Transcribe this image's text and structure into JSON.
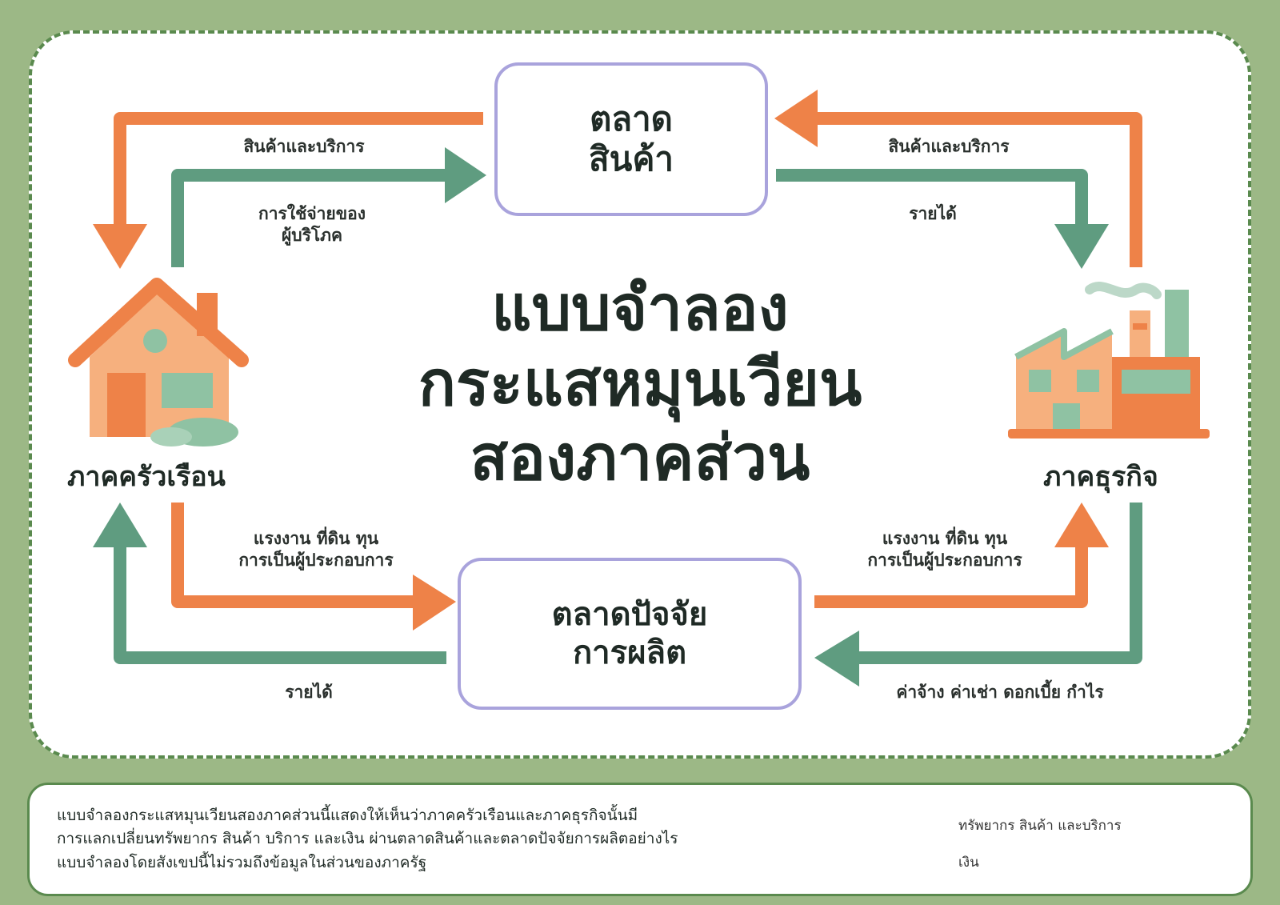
{
  "title": {
    "lines": [
      "แบบจำลอง",
      "กระแสหมุนเวียน",
      "สองภาคส่วน"
    ]
  },
  "goods_market": {
    "lines": [
      "ตลาด",
      "สินค้า"
    ]
  },
  "factor_market": {
    "lines": [
      "ตลาดปัจจัย",
      "การผลิต"
    ]
  },
  "sectors": {
    "household": "ภาคครัวเรือน",
    "business": "ภาคธุรกิจ"
  },
  "flows": {
    "top_left_goods": "สินค้าและบริการ",
    "top_left_spending": [
      "การใช้จ่ายของ",
      "ผู้บริโภค"
    ],
    "top_right_goods": "สินค้าและบริการ",
    "top_right_revenue": "รายได้",
    "bottom_left_factors": [
      "แรงงาน ที่ดิน ทุน",
      "การเป็นผู้ประกอบการ"
    ],
    "bottom_left_income": "รายได้",
    "bottom_right_factors": [
      "แรงงาน ที่ดิน ทุน",
      "การเป็นผู้ประกอบการ"
    ],
    "bottom_right_payments": "ค่าจ้าง ค่าเช่า ดอกเบี้ย กำไร"
  },
  "legend": {
    "description": [
      "แบบจำลองกระแสหมุนเวียนสองภาคส่วนนี้แสดงให้เห็นว่าภาคครัวเรือนและภาคธุรกิจนั้นมี",
      "การแลกเปลี่ยนทรัพยากร สินค้า บริการ และเงิน ผ่านตลาดสินค้าและตลาดปัจจัยการผลิตอย่างไร",
      "แบบจำลองโดยสังเขปนี้ไม่รวมถึงข้อมูลในส่วนของภาครัฐ"
    ],
    "resources_label": "ทรัพยากร สินค้า และบริการ",
    "money_label": "เงิน"
  },
  "icons": {
    "household": "house-icon",
    "business": "factory-icon"
  },
  "colors": {
    "resources": "#ee8248",
    "money": "#5f9c80",
    "background": "#9cb886",
    "box_border": "#a9a3dc"
  }
}
